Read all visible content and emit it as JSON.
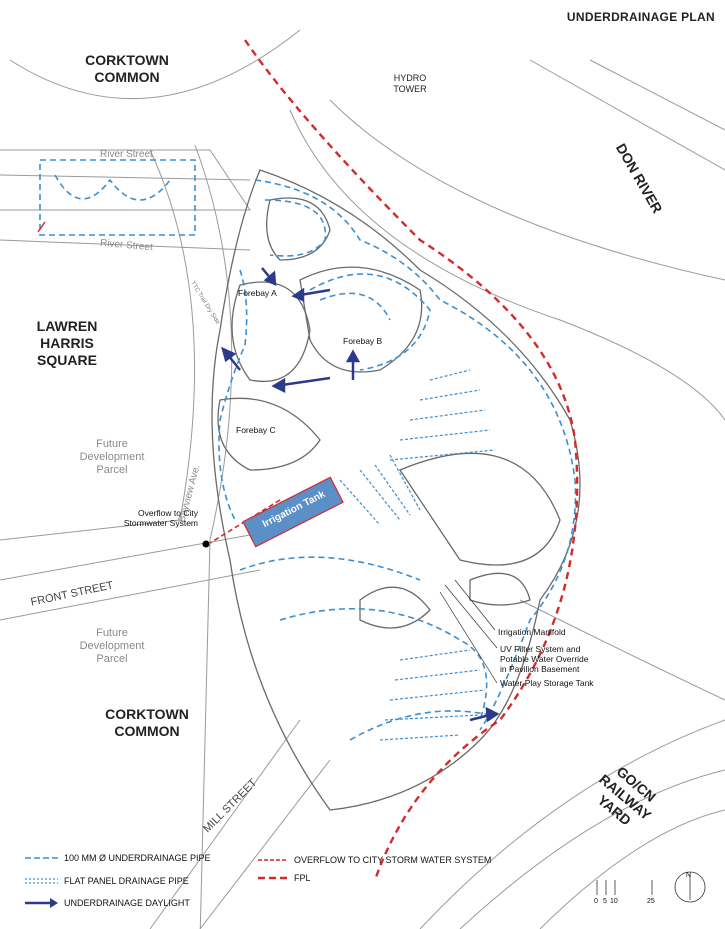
{
  "title": "UNDERDRAINAGE PLAN",
  "areas": {
    "corktown_common_top": "CORKTOWN\nCOMMON",
    "lawren_harris_square": "LAWREN\nHARRIS\nSQUARE",
    "future_parcel_1": "Future\nDevelopment\nParcel",
    "future_parcel_2": "Future\nDevelopment\nParcel",
    "corktown_common_bottom": "CORKTOWN\nCOMMON",
    "don_river": "DON RIVER",
    "railway_yard": "GO/CN\nRAILWAY\nYARD",
    "hydro_tower": "HYDRO\nTOWER"
  },
  "streets": {
    "river_street_1": "River Street",
    "river_street_2": "River Street",
    "front_street": "FRONT STREET",
    "mill_street": "MILL STREET",
    "bayview": "Bayview Ave.",
    "trail": "TTC Trail Dry Side"
  },
  "features": {
    "forebay_a": "Forebay A",
    "forebay_b": "Forebay B",
    "forebay_c": "Forebay C",
    "irrigation_tank": "Irrigation Tank",
    "overflow": "Overflow to City\nStormwater System",
    "irrigation_manifold": "Irrigation Manifold",
    "uv_filter": "UV Filter System and\nPotable Water Override\nin Pavilion Basement",
    "water_play": "Water Play Storage Tank"
  },
  "legend": {
    "pipe": "100 MM Ø UNDERDRAINAGE PIPE",
    "flat_panel": "FLAT PANEL DRAINAGE PIPE",
    "daylight": "UNDERDRAINAGE DAYLIGHT",
    "overflow": "OVERFLOW TO CITY STORM WATER SYSTEM",
    "fpl": "FPL"
  },
  "scale": {
    "ticks": [
      "0",
      "5",
      "10",
      "25"
    ],
    "north": "N"
  },
  "colors": {
    "pipe": "#3c8fd0",
    "daylight": "#2d3a8c",
    "overflow": "#d42a2a",
    "tank": "#5b8fc7"
  }
}
